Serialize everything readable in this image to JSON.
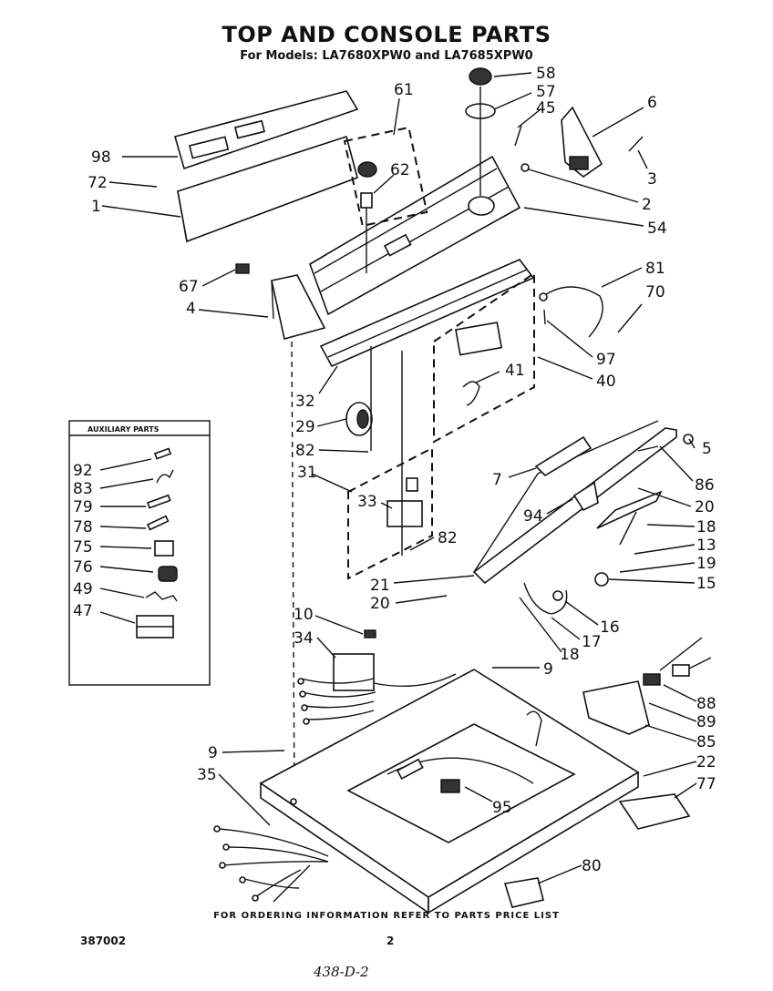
{
  "header": {
    "title": "TOP AND CONSOLE PARTS",
    "subtitle": "For Models: LA7680XPW0  and LA7685XPW0"
  },
  "auxiliary_parts": {
    "heading": "AUXILIARY PARTS",
    "items": [
      "92",
      "83",
      "79",
      "78",
      "75",
      "76",
      "49",
      "47"
    ]
  },
  "callouts": {
    "c61": "61",
    "c58": "58",
    "c57": "57",
    "c45": "45",
    "c6": "6",
    "c98": "98",
    "c72": "72",
    "c1": "1",
    "c62": "62",
    "c3": "3",
    "c2": "2",
    "c54": "54",
    "c67": "67",
    "c4": "4",
    "c81": "81",
    "c70": "70",
    "c97": "97",
    "c41": "41",
    "c40": "40",
    "c32": "32",
    "c29": "29",
    "c82a": "82",
    "c31": "31",
    "c33": "33",
    "c82b": "82",
    "c5": "5",
    "c86": "86",
    "c7": "7",
    "c20a": "20",
    "c94": "94",
    "c18a": "18",
    "c13": "13",
    "c19": "19",
    "c15": "15",
    "c21": "21",
    "c20b": "20",
    "c16": "16",
    "c17": "17",
    "c18b": "18",
    "c10": "10",
    "c34": "34",
    "c9a": "9",
    "c88": "88",
    "c89": "89",
    "c85": "85",
    "c9b": "9",
    "c35": "35",
    "c22": "22",
    "c77": "77",
    "c95": "95",
    "c80": "80"
  },
  "footer": {
    "ordering_note": "FOR ORDERING INFORMATION REFER TO PARTS PRICE LIST",
    "doc_number": "387002",
    "page_number": "2",
    "handwritten": "438-D-2"
  }
}
